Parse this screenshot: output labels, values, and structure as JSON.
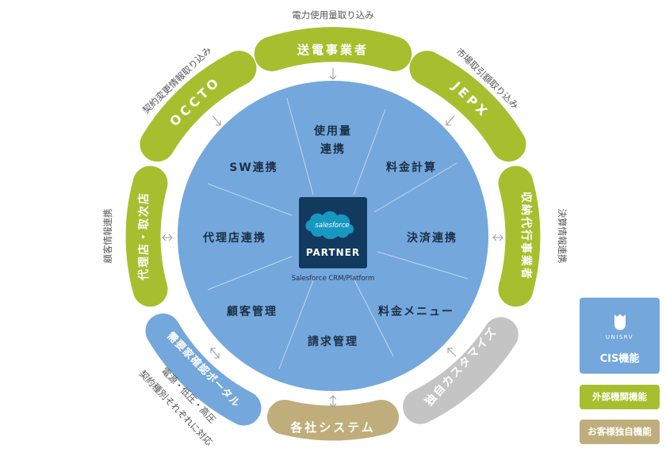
{
  "center": {
    "badge_brand": "salesforce",
    "badge_label": "PARTNER",
    "platform": "Salesforce CRM/Platform"
  },
  "segments": {
    "usage": [
      "使用量",
      "連携"
    ],
    "billing_calc": "料金計算",
    "settlement": "決済連携",
    "rate_menu": "料金メニュー",
    "billing_mgmt": "請求管理",
    "customer_mgmt": "顧客管理",
    "agent_link": "代理店連携",
    "sw_link": "SW連携"
  },
  "external": {
    "transmission": "送電事業者",
    "jepx": "JEPX",
    "collection": "収納代行事業者",
    "agency": "代理店・取次店",
    "occto": "OCCTO",
    "portal": "需要家確認ポータル"
  },
  "customer": {
    "customize": "独自カスタマイズ",
    "systems": "各社システム"
  },
  "annotations": {
    "power_import": "電力使用量取り込み",
    "market_import": "市場取引額取り込み",
    "settle_info": "決算情報連携",
    "customer_info": "顧客情報連携",
    "contract_import": "契約変更情報取り込み",
    "power_source": "電源・低圧・高圧",
    "contract_types": "契約種別それぞれに対応"
  },
  "legend": {
    "brand": "UNISRV",
    "cis": "CIS機能",
    "external": "外部機関機能",
    "customer": "お客様独自機能"
  },
  "colors": {
    "cis_blue": "#74a7dc",
    "cis_blue_dark": "#5b92d0",
    "external_green": "#a7bf2e",
    "customer_gray": "#c4c4c4",
    "customer_tan": "#bfae7c",
    "badge_navy": "#123a5e",
    "arrow": "#9a9a9a"
  }
}
